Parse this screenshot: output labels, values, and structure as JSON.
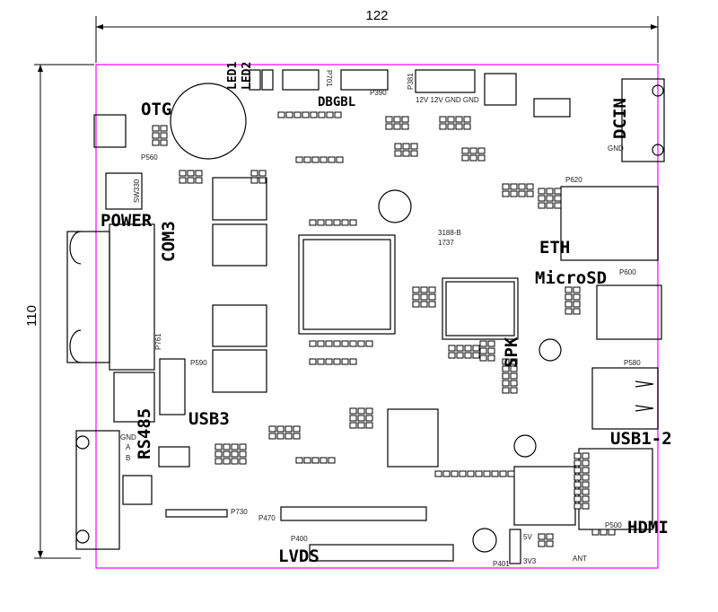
{
  "dimensions": {
    "width": "122",
    "height": "110"
  },
  "colors": {
    "board_outline": "#ff33ff",
    "lines": "#000000"
  },
  "labels": {
    "otg": "OTG",
    "dcin": "DCIN",
    "eth": "ETH",
    "microsd": "MicroSD",
    "power": "POWER",
    "com3": "COM3",
    "spk": "SPK",
    "usb3": "USB3",
    "rs485": "RS485",
    "usb12": "USB1-2",
    "hdmi": "HDMI",
    "lvds": "LVDS",
    "led1": "LED1",
    "led2": "LED2",
    "dbgbl": "DBGBL"
  },
  "small_labels": {
    "p381": "P381",
    "power_pins": "12V  12V  GND  GND",
    "p701": "P701",
    "p390": "P390",
    "p560": "P560",
    "sw330": "SW330",
    "p620": "P620",
    "board_id": "3188-B",
    "date_code": "1737",
    "p761": "P761",
    "p590": "P590",
    "p580": "P580",
    "rs485_gnd": "GND",
    "rs485_a": "A",
    "rs485_b": "B",
    "p730": "P730",
    "p470": "P470",
    "p400": "P400",
    "p401": "P401",
    "v5": "5V",
    "v3v3": "3V3",
    "ant": "ANT",
    "p500": "P500",
    "dc_gnd": "GND",
    "p600": "P600"
  }
}
